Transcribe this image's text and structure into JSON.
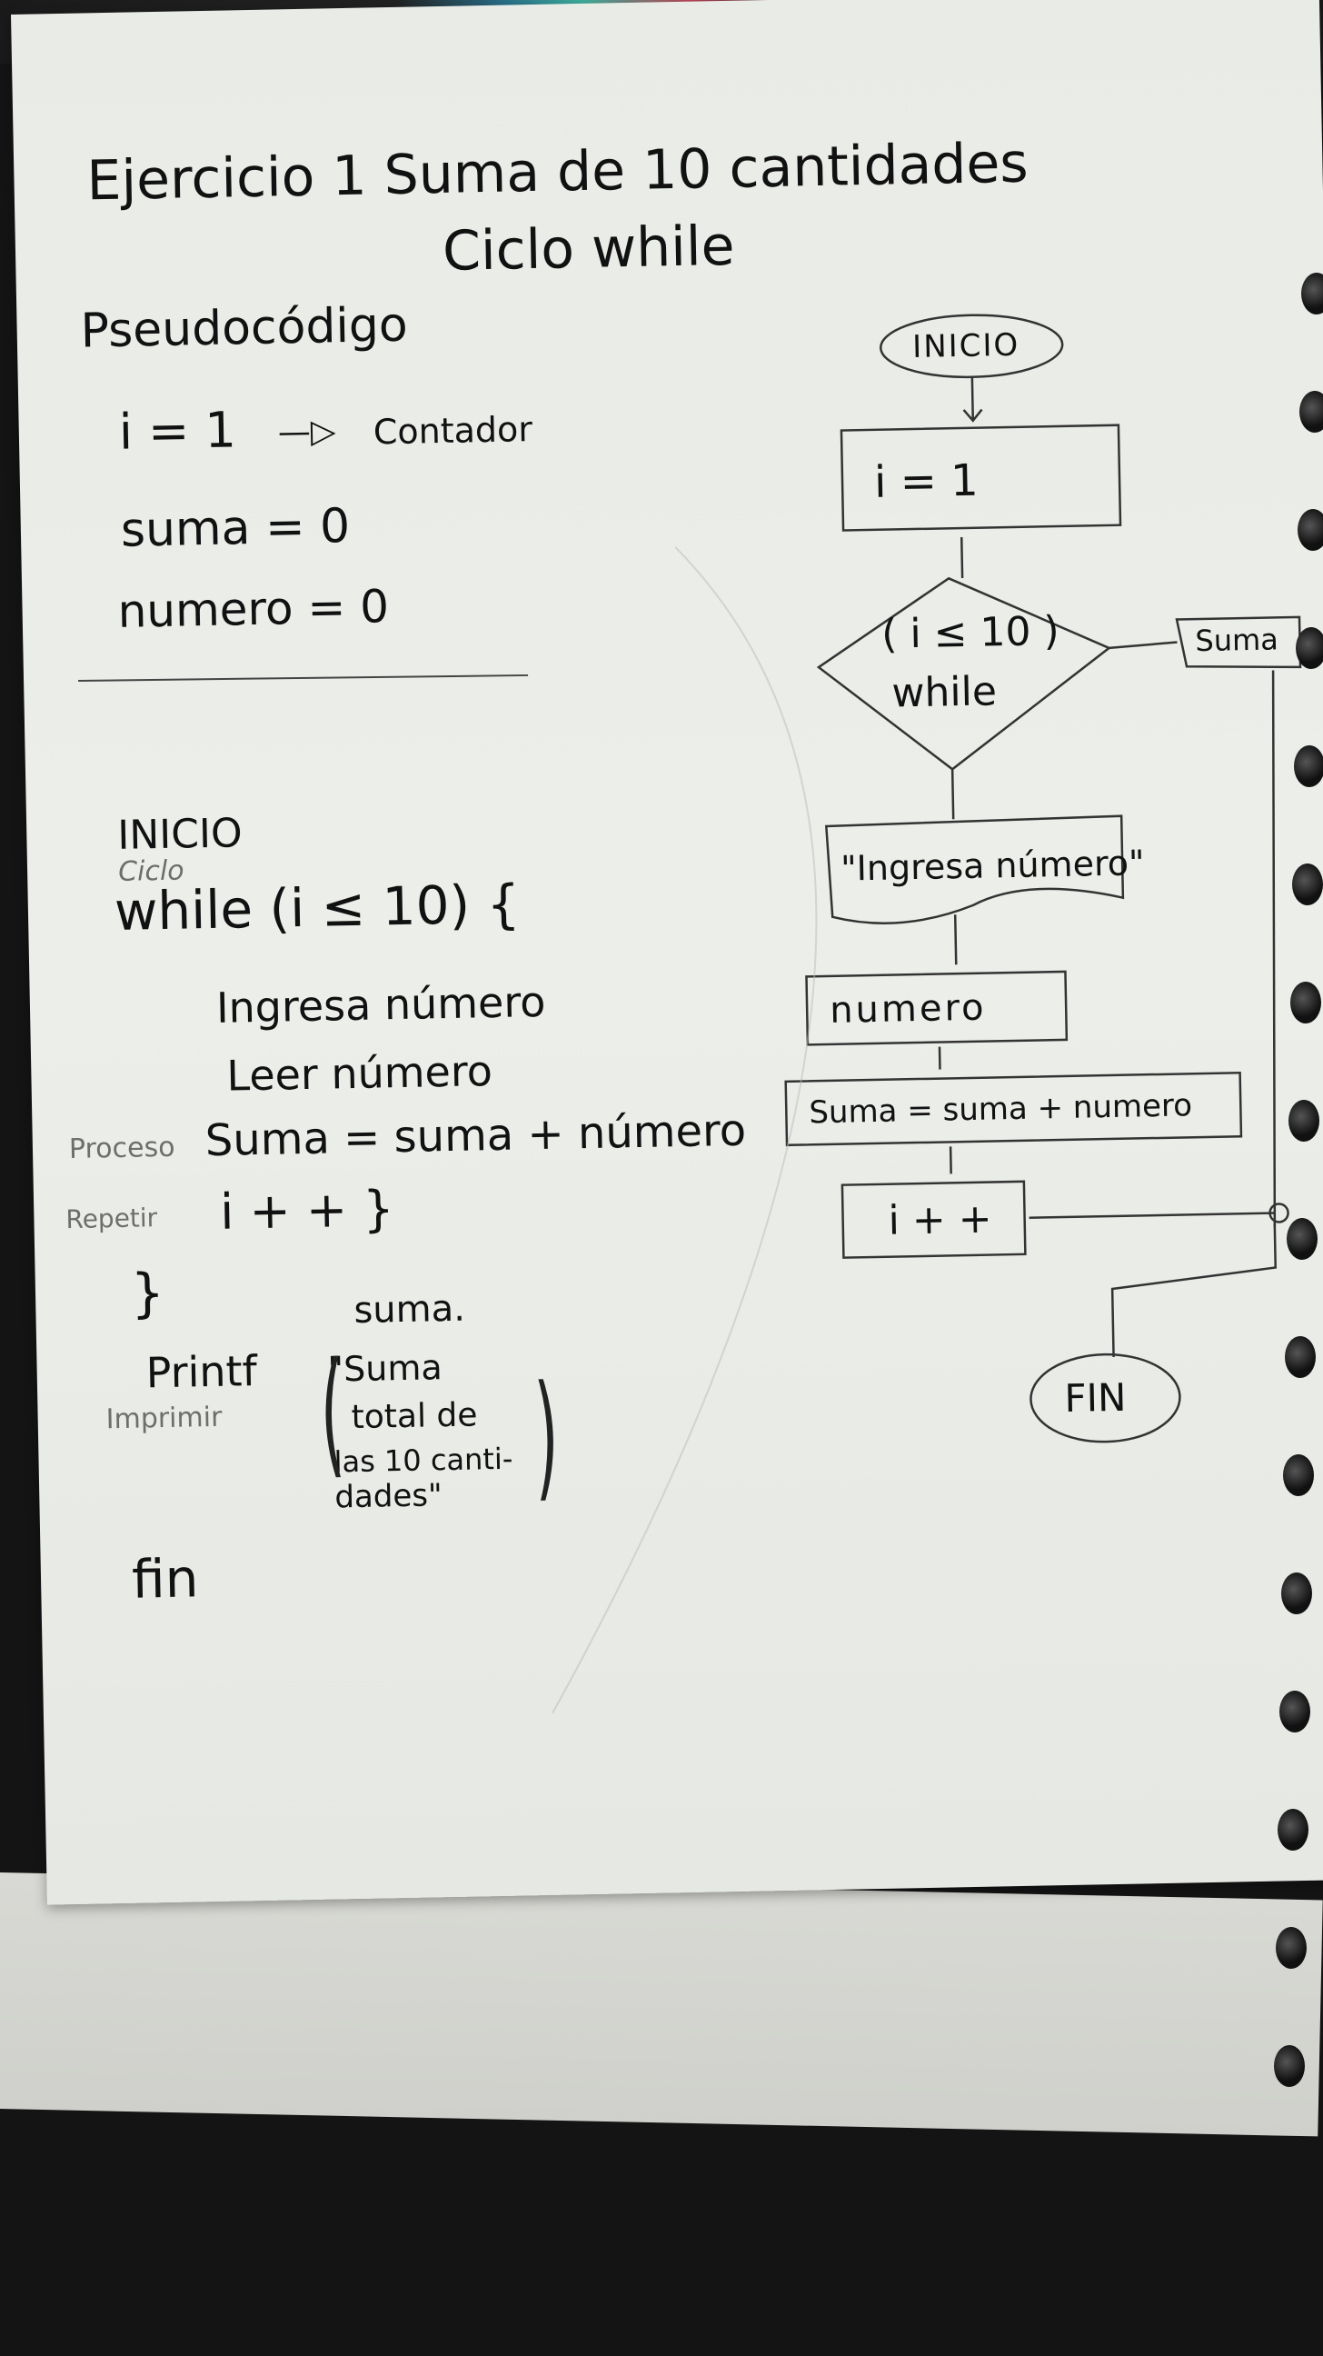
{
  "title": {
    "line1": "Ejercicio 1  Suma de 10 cantidades",
    "line2": "Ciclo while"
  },
  "pseudocode": {
    "heading": "Pseudocódigo",
    "init": [
      {
        "text": "i = 1",
        "note": "Contador"
      },
      {
        "text": "suma = 0"
      },
      {
        "text": "numero = 0"
      }
    ],
    "start": "INICIO",
    "cycle_note": "Ciclo",
    "while_line": "while (i ≤ 10) {",
    "body_1": "Ingresa número",
    "body_2": "Leer número",
    "process_note": "Proceso",
    "body_3": "Suma = suma + número",
    "repeat_note": "Repetir",
    "body_4": "i + +  }",
    "close": "}",
    "print_label": "Printf",
    "print_note": "Imprimir",
    "print_args": [
      "suma.",
      "\"Suma",
      "total de",
      "las 10 canti-",
      "dades\""
    ],
    "end": "fin"
  },
  "flowchart": {
    "start": "INICIO",
    "init": "i = 1",
    "condition_1": "( i ≤ 10 )",
    "condition_2": "while",
    "output": "Suma",
    "prompt": "\"Ingresa número\"",
    "input": "numero",
    "process": "Suma = suma + numero",
    "increment": "i + +",
    "end": "FIN"
  },
  "colors": {
    "ink": "#111111",
    "pencil": "#6d6f6d",
    "paper": "#eceeea"
  }
}
